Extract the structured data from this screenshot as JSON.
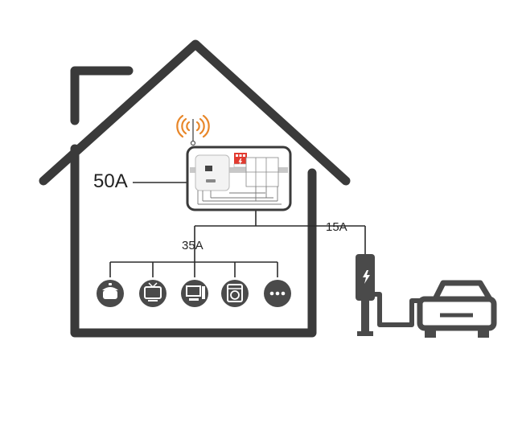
{
  "labels": {
    "main_current": "50A",
    "branch_current": "35A",
    "charger_current": "15A"
  },
  "appliances": [
    {
      "name": "rice-cooker-icon"
    },
    {
      "name": "tv-icon"
    },
    {
      "name": "computer-icon"
    },
    {
      "name": "washing-machine-icon"
    },
    {
      "name": "more-icon"
    }
  ],
  "colors": {
    "house_outline": "#3a3a3a",
    "wire": "#2b2b2b",
    "icon_fill": "#4a4a4a",
    "signal": "#e8872a",
    "breaker_red": "#e23a2f"
  }
}
